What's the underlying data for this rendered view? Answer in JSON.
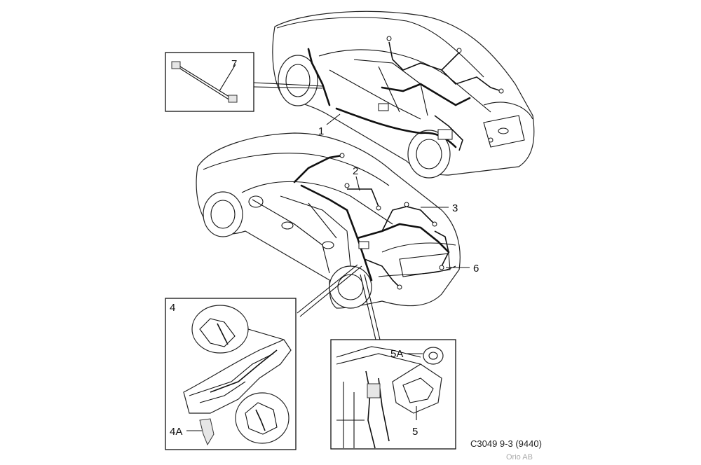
{
  "callouts": {
    "c1": "1",
    "c2": "2",
    "c3": "3",
    "c4": "4",
    "c4a": "4A",
    "c5": "5",
    "c5a": "5A",
    "c6": "6",
    "c7": "7"
  },
  "footer": {
    "caption": "C3049 9-3 (9440)",
    "company": "Orio AB"
  }
}
